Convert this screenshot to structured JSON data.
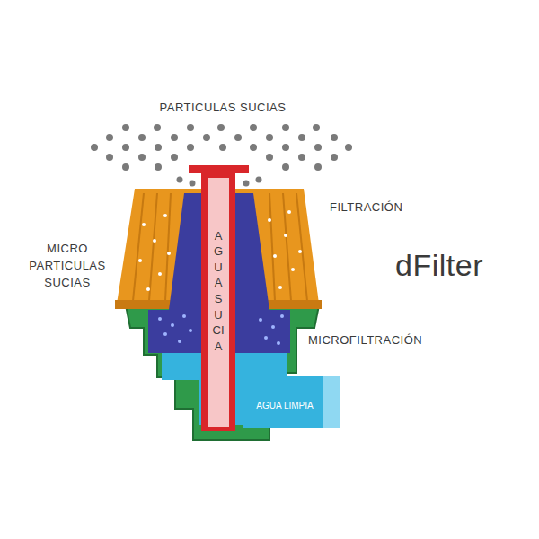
{
  "diagram": {
    "nodes": [
      {
        "text": [
          "AGUA SUCIA"
        ]
      },
      {
        "text": [
          "AGUA LIMPIA"
        ]
      }
    ],
    "labels": [
      "PARTICULAS SUCIAS",
      "FILTRACIÓN",
      "MICRO PARTICULAS SUCIAS",
      "MICROFILTRACIÓN",
      "dFilter"
    ]
  }
}
